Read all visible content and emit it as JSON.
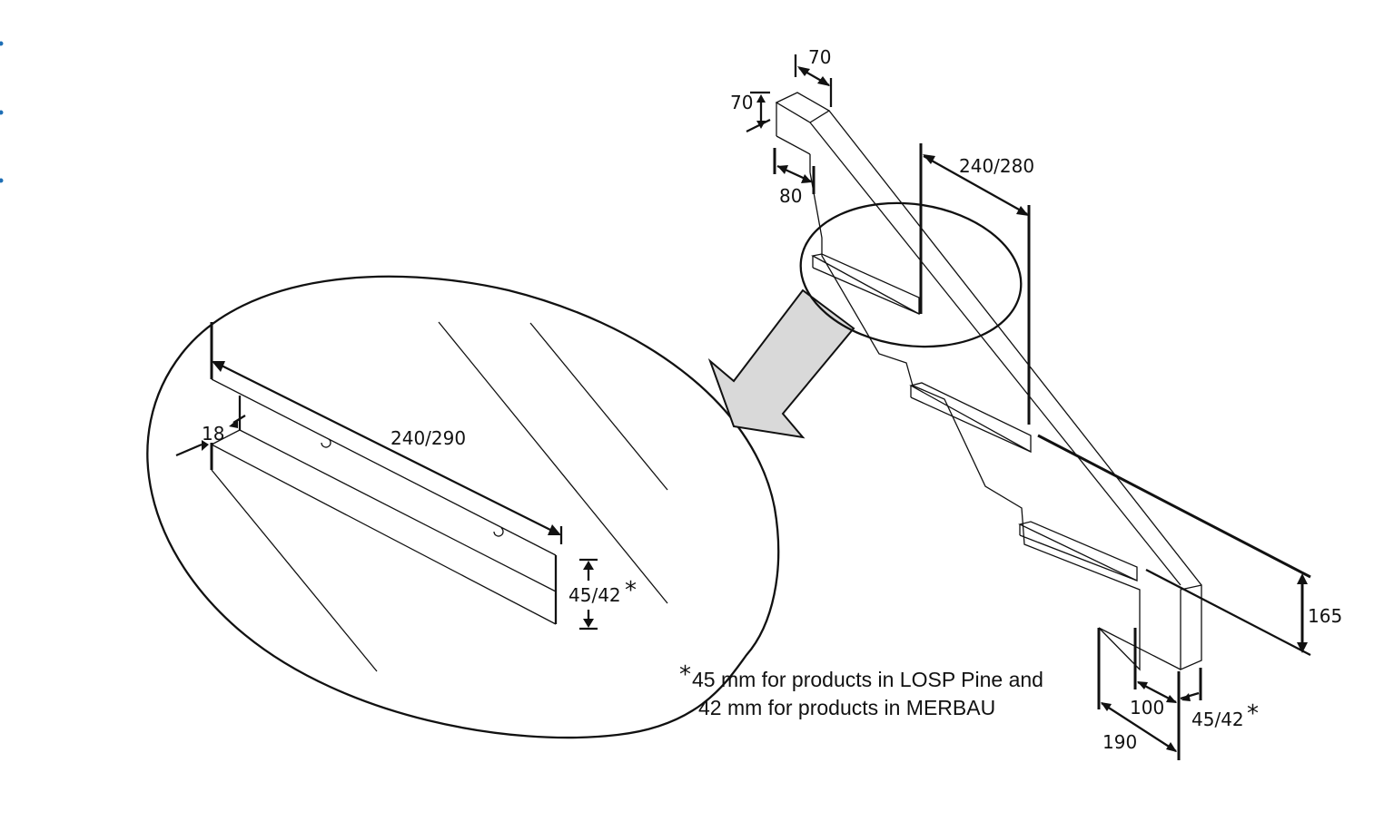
{
  "dimensions": {
    "top_width": "70",
    "top_height": "70",
    "notch": "80",
    "tread_spacing_main": "240/280",
    "tread_spacing_detail": "240/290",
    "cleat_thickness": "18",
    "cleat_height_detail": "45/42",
    "stringer_depth": "165",
    "stringer_thickness": "45/42",
    "bottom_width": "100",
    "bottom_length": "190"
  },
  "asterisk": "*",
  "footnote": {
    "line1": "45 mm for products in LOSP Pine and",
    "line2": "42 mm for products in MERBAU"
  },
  "colors": {
    "line": "#111111",
    "arrow_fill": "#d9d9d9",
    "margin_dots": "#1f6fb5"
  }
}
